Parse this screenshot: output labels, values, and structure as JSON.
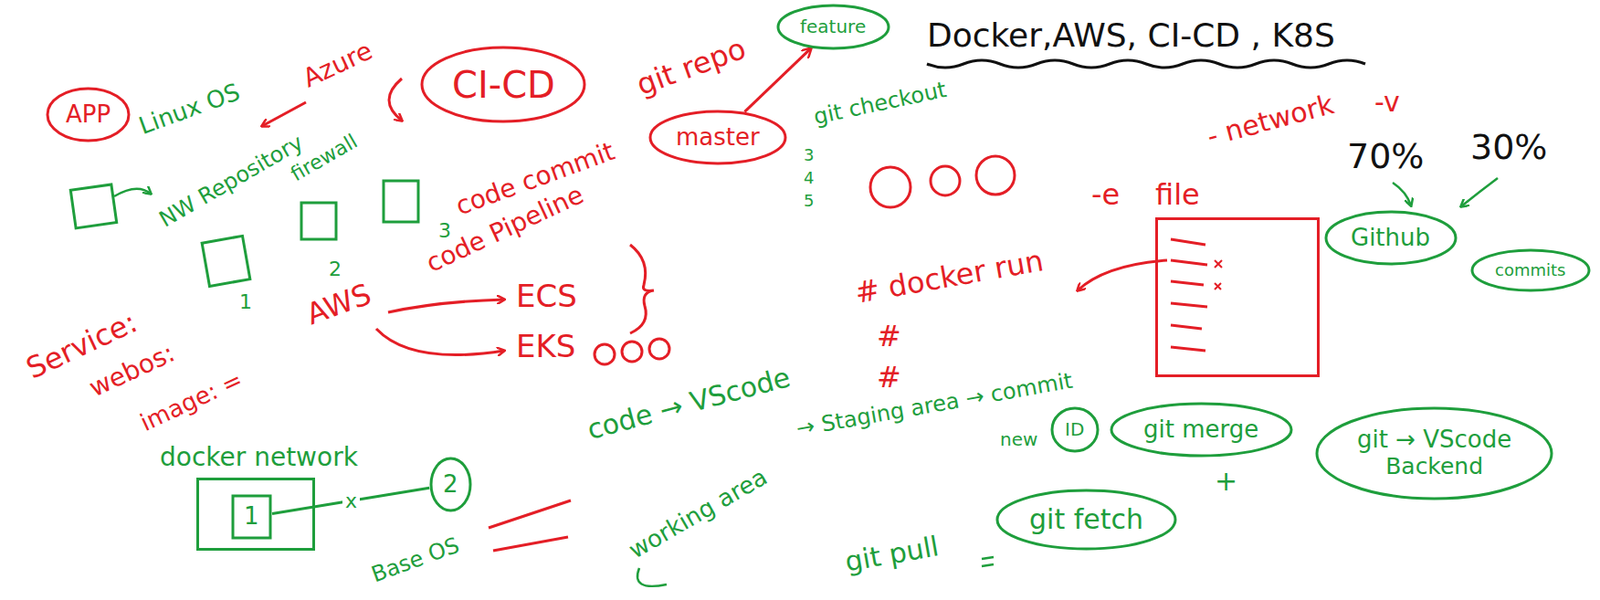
{
  "diagram": {
    "title": "Docker,AWS, CI-CD , K8S",
    "nodes": [
      {
        "text": [
          "APP"
        ]
      },
      {
        "text": [
          "CI-CD"
        ]
      },
      {
        "text": [
          "feature"
        ]
      },
      {
        "text": [
          "master"
        ]
      },
      {
        "text": [
          "file"
        ]
      },
      {
        "text": [
          "Github"
        ]
      },
      {
        "text": [
          "commits"
        ]
      },
      {
        "text": [
          "ID"
        ]
      },
      {
        "text": [
          "git fetch"
        ]
      },
      {
        "text": [
          "git merge"
        ]
      },
      {
        "text": [
          "git → VScode",
          "Backend"
        ]
      },
      {
        "text": [
          "docker network"
        ]
      },
      {
        "text": [
          "1"
        ],
        "in": 11
      },
      {
        "text": [
          "2"
        ]
      }
    ],
    "edges": [
      {
        "from": 3,
        "to": 2,
        "arrow": "to"
      },
      {
        "from": 12,
        "to": 13,
        "label": "x",
        "arrow": "none"
      }
    ],
    "labels": [
      "70%",
      "30%",
      "Linux OS",
      "Azure",
      "NW Repository",
      "firewall",
      "1",
      "2",
      "3",
      "AWS",
      "code commit",
      "code Pipeline",
      "ECS",
      "EKS",
      "Service:",
      "webos:",
      "image: =",
      "Base OS",
      "code → VScode",
      "git repo",
      "git checkout",
      "3",
      "4",
      "5",
      "# docker run",
      "-e",
      "- network",
      "-v",
      "#",
      "#",
      "working area",
      "→ Staging area → commit",
      "new",
      "git pull",
      "+"
    ]
  }
}
